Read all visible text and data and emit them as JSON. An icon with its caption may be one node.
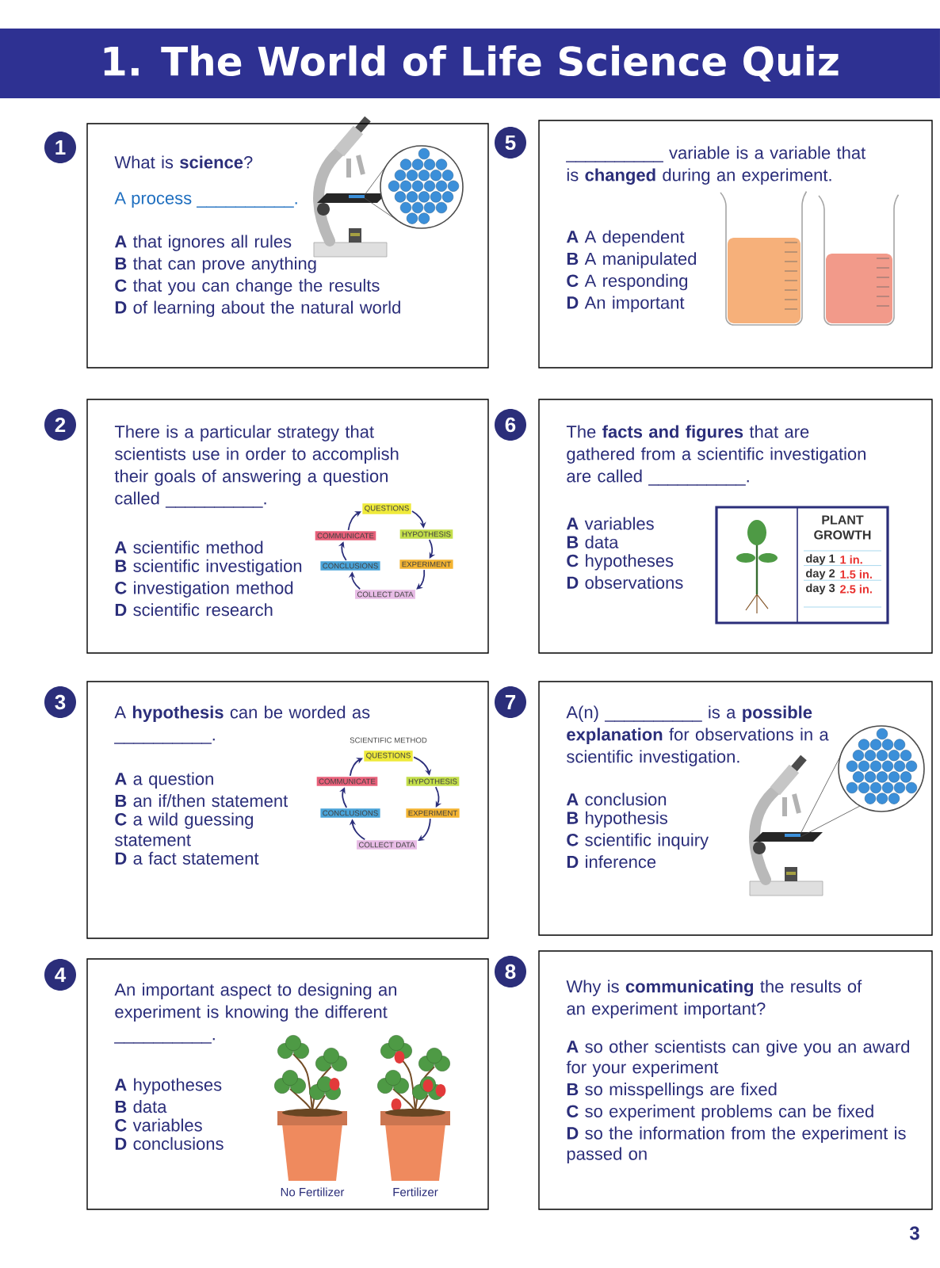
{
  "diagram": {
    "title": "1. The World of Life Science Quiz",
    "nodes": [
      {
        "text": [
          "What is **science**?",
          "A process __________.",
          "**A** that ignores all rules",
          "**B** that can prove anything",
          "**C** that you can change the results",
          "**D** of learning about the natural world"
        ],
        "beside": [
          "1"
        ]
      },
      {
        "text": [
          "There is a particular strategy that scientists use in order to accomplish their goals of answering a question called __________.",
          "**A** scientific method",
          "**B** scientific investigation",
          "**C** investigation method",
          "**D** scientific research"
        ],
        "beside": [
          "2"
        ]
      },
      {
        "text": [
          "QUESTIONS"
        ],
        "in": 1
      },
      {
        "text": [
          "HYPOTHESIS"
        ],
        "in": 1
      },
      {
        "text": [
          "EXPERIMENT"
        ],
        "in": 1
      },
      {
        "text": [
          "COLLECT DATA"
        ],
        "in": 1
      },
      {
        "text": [
          "CONCLUSIONS"
        ],
        "in": 1
      },
      {
        "text": [
          "COMMUNICATE"
        ],
        "in": 1
      },
      {
        "text": [
          "A **hypothesis** can be worded as __________.",
          "**A** a question",
          "**B** an if/then statement",
          "**C** a wild guessing statement",
          "**D** a fact statement"
        ],
        "beside": [
          "3"
        ]
      },
      {
        "text": [
          "QUESTIONS"
        ],
        "in": 8
      },
      {
        "text": [
          "HYPOTHESIS"
        ],
        "in": 8
      },
      {
        "text": [
          "EXPERIMENT"
        ],
        "in": 8
      },
      {
        "text": [
          "COLLECT DATA"
        ],
        "in": 8
      },
      {
        "text": [
          "CONCLUSIONS"
        ],
        "in": 8
      },
      {
        "text": [
          "COMMUNICATE"
        ],
        "in": 8
      },
      {
        "text": [
          "An important aspect to designing an experiment is knowing the different __________.",
          "**A** hypotheses",
          "**B** data",
          "**C** variables",
          "**D** conclusions"
        ],
        "beside": [
          "4"
        ]
      },
      {
        "text": [
          "__________ variable is a variable that is **changed** during an experiment.",
          "**A** A dependent",
          "**B** A manipulated",
          "**C** A responding",
          "**D** An important"
        ],
        "beside": [
          "5"
        ]
      },
      {
        "text": [
          "The **facts and figures** that are gathered from a scientific investigation are called __________.",
          "**A** variables",
          "**B** data",
          "**C** hypotheses",
          "**D** observations"
        ],
        "beside": [
          "6"
        ]
      },
      {
        "text": [
          "PLANT GROWTH",
          "day 1",
          "1 in.",
          "day 2",
          "1.5 in.",
          "day 3",
          "2.5 in."
        ],
        "in": 17
      },
      {
        "text": [
          "A(n) __________ is a **possible explanation** for observations in a scientific investigation.",
          "**A** conclusion",
          "**B** hypothesis",
          "**C** scientific inquiry",
          "**D** inference"
        ],
        "beside": [
          "7"
        ]
      },
      {
        "text": [
          "Why is **communicating** the results of an experiment important?",
          "**A** so other scientists can give you an award for your experiment",
          "**B** so misspellings are fixed",
          "**C** so experiment problems can be fixed",
          "**D** so the information from the experiment is passed on"
        ],
        "beside": [
          "8"
        ]
      }
    ],
    "edges": [
      {
        "from": 2,
        "to": 3,
        "arrow": "to"
      },
      {
        "from": 3,
        "to": 4,
        "arrow": "to"
      },
      {
        "from": 4,
        "to": 5,
        "arrow": "to"
      },
      {
        "from": 5,
        "to": 6,
        "arrow": "to"
      },
      {
        "from": 6,
        "to": 7,
        "arrow": "to"
      },
      {
        "from": 7,
        "to": 2,
        "arrow": "to"
      },
      {
        "from": 9,
        "to": 10,
        "arrow": "to"
      },
      {
        "from": 10,
        "to": 11,
        "arrow": "to"
      },
      {
        "from": 11,
        "to": 12,
        "arrow": "to"
      },
      {
        "from": 12,
        "to": 13,
        "arrow": "to"
      },
      {
        "from": 13,
        "to": 14,
        "arrow": "to"
      },
      {
        "from": 14,
        "to": 9,
        "arrow": "to"
      }
    ],
    "labels": [
      "SCIENTIFIC METHOD",
      "No Fertilizer",
      "Fertilizer",
      "3"
    ]
  }
}
